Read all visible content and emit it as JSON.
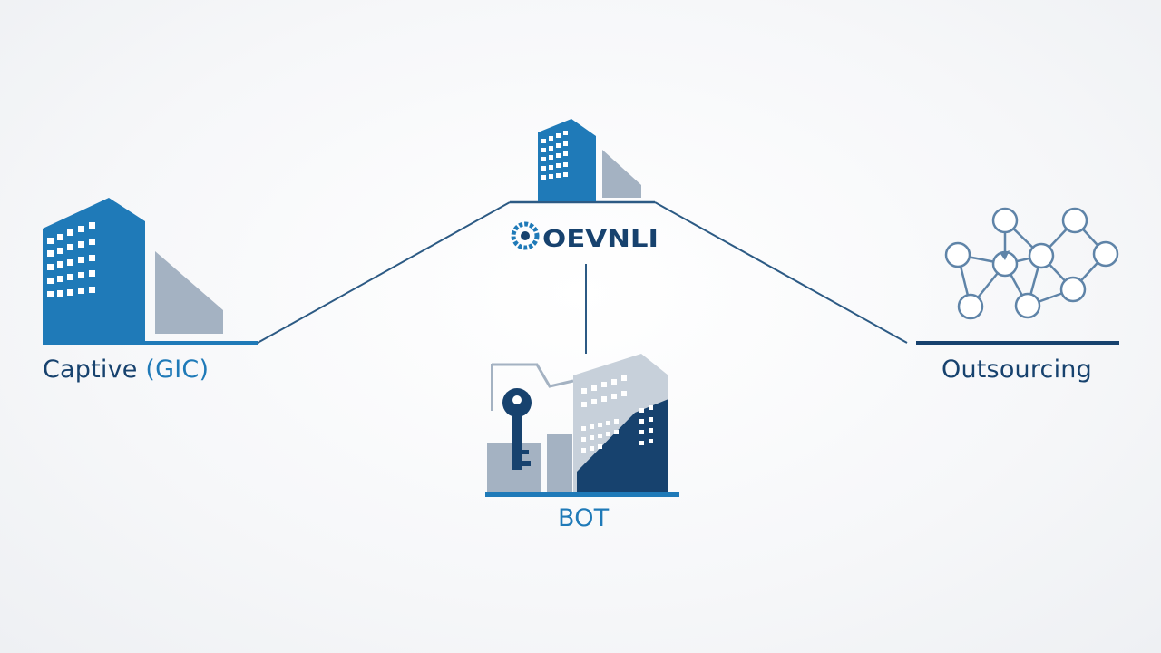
{
  "nodes": {
    "captive": {
      "label_main": "Captive ",
      "label_accent": "(GIC)",
      "icon": "office-building-icon"
    },
    "bot": {
      "label": "BOT",
      "icon": "key-and-building-icon"
    },
    "outsourcing": {
      "label": "Outsourcing",
      "icon": "network-icon"
    },
    "peak": {
      "label": "OEVNLI",
      "icon": "office-building-icon"
    }
  },
  "colors": {
    "primary_blue": "#1f7ab8",
    "navy": "#17426e",
    "grey": "#a4b2c2",
    "line": "#2c5a84",
    "network_stroke": "#5f84a8"
  }
}
